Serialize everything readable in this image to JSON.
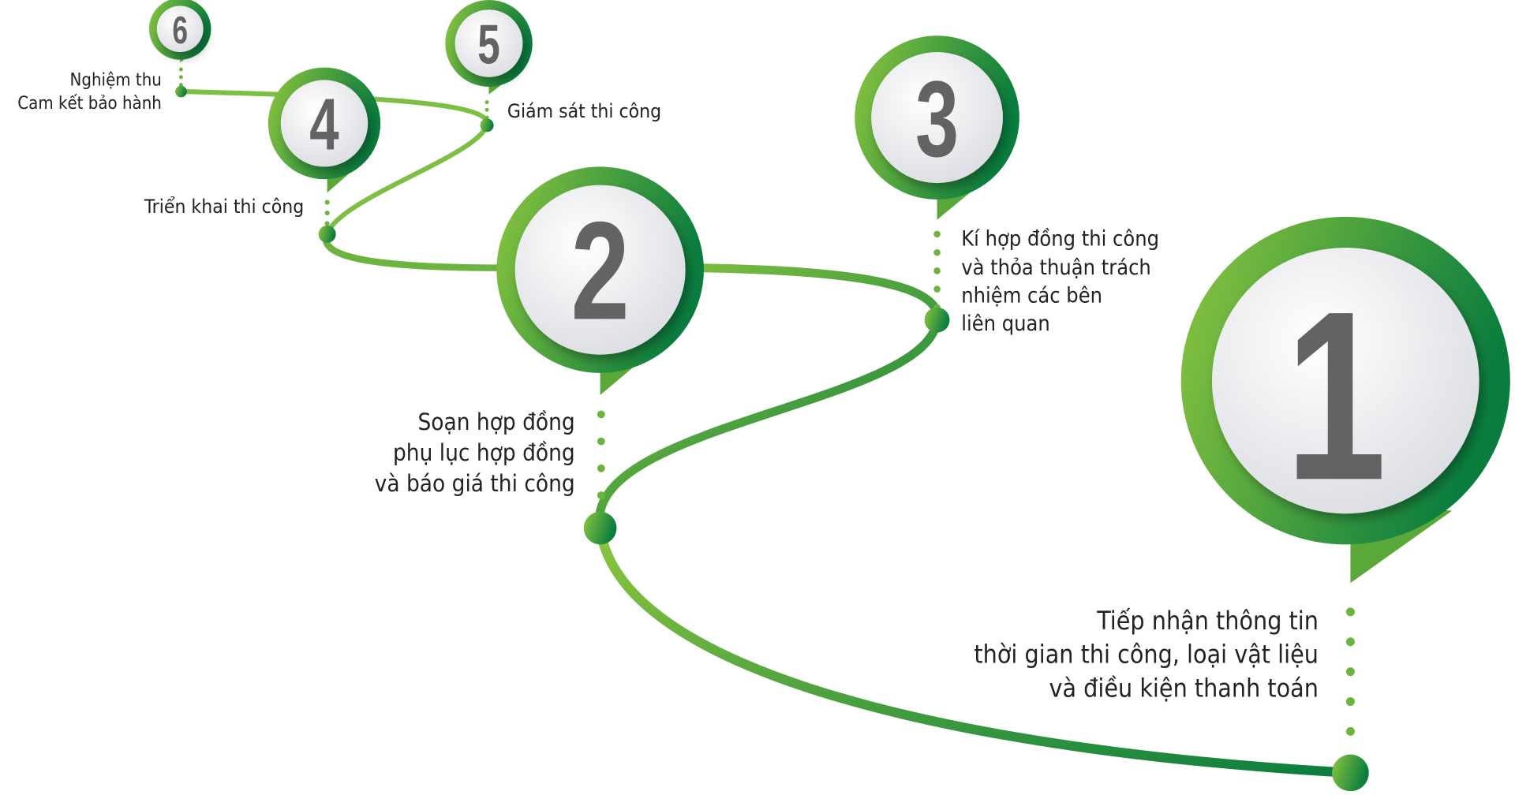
{
  "steps": [
    {
      "number": "1",
      "lines": [
        "Tiếp nhận thông tin",
        "thời gian thi công, loại vật liệu",
        "và điều kiện thanh toán"
      ]
    },
    {
      "number": "2",
      "lines": [
        "Soạn hợp đồng",
        "phụ lục hợp đồng",
        "và báo giá thi công"
      ]
    },
    {
      "number": "3",
      "lines": [
        "Kí hợp đồng thi công",
        "và thỏa thuận trách",
        "nhiệm các bên",
        "liên quan"
      ]
    },
    {
      "number": "4",
      "lines": [
        "Triển khai thi công"
      ]
    },
    {
      "number": "5",
      "lines": [
        "Giám sát thi công"
      ]
    },
    {
      "number": "6",
      "lines": [
        "Nghiệm thu",
        "Cam kết bảo hành"
      ]
    }
  ],
  "colors": {
    "light_green": "#8dc63f",
    "dark_green": "#0a7d3e",
    "number_gray": "#636363"
  }
}
